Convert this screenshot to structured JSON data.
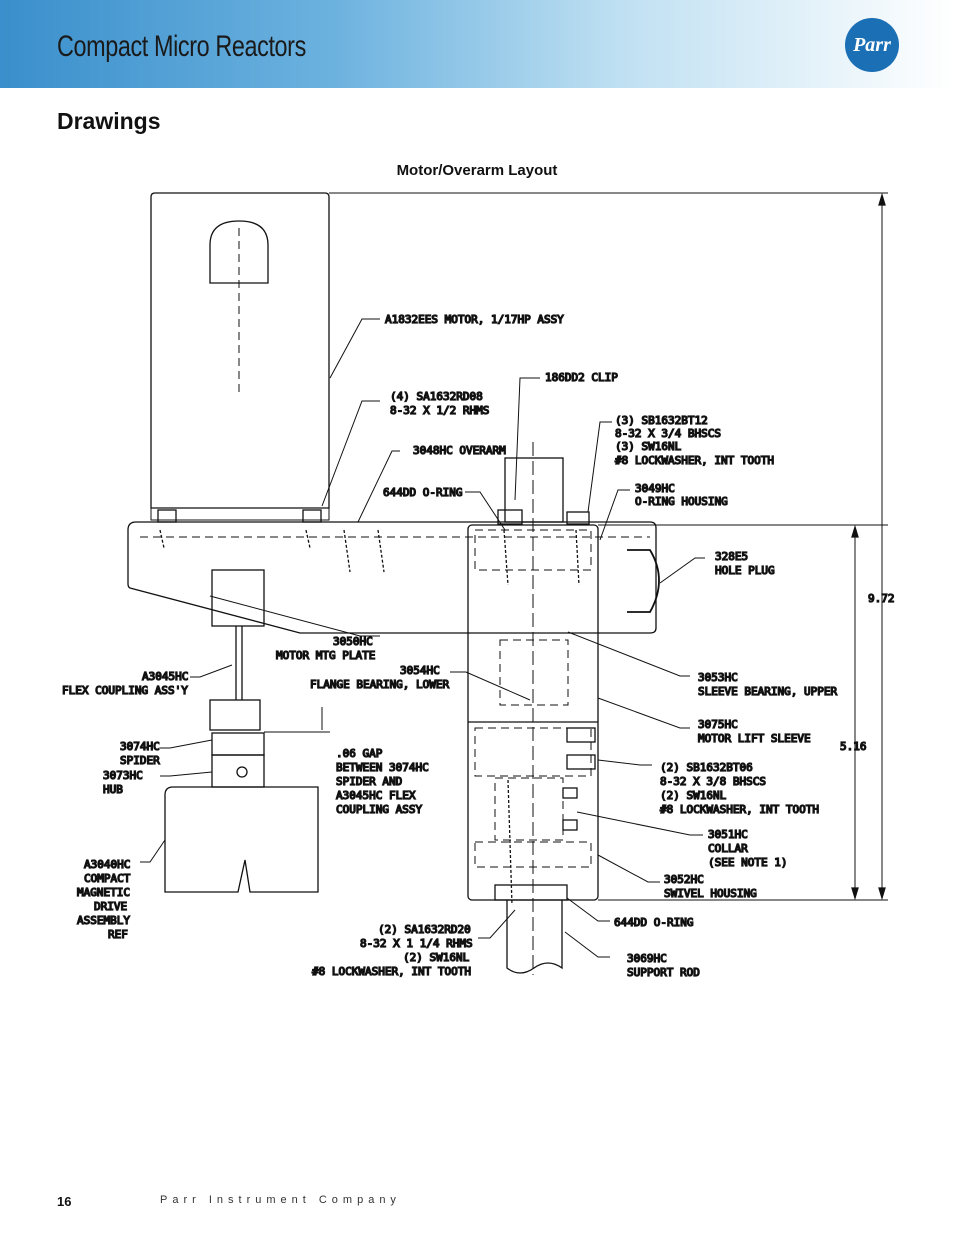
{
  "header": {
    "title": "Compact Micro Reactors",
    "logo_text": "Parr"
  },
  "section_title": "Drawings",
  "drawing": {
    "title": "Motor/Overarm Layout",
    "labels": {
      "motor": "A1832EES MOTOR, 1/17HP ASSY",
      "rhms_08_a": "(4) SA1632RD08",
      "rhms_08_b": "8-32 X 1/2 RHMS",
      "overarm": "3048HC OVERARM",
      "clip": "186DD2 CLIP",
      "bhscs12_a": "(3) SB1632BT12",
      "bhscs12_b": "8-32 X 3/4 BHSCS",
      "bhscs12_c": "(3) SW16NL",
      "bhscs12_d": "#8 LOCKWASHER, INT TOOTH",
      "oring_top": "644DD O-RING",
      "oring_housing_a": "3049HC",
      "oring_housing_b": "O-RING HOUSING",
      "hole_plug_a": "328E5",
      "hole_plug_b": "HOLE PLUG",
      "mtg_plate_a": "3050HC",
      "mtg_plate_b": "MOTOR MTG PLATE",
      "flange_a": "3054HC",
      "flange_b": "FLANGE BEARING, LOWER",
      "flex_a": "A3045HC",
      "flex_b": "FLEX COUPLING ASS'Y",
      "sleeve_bearing_a": "3053HC",
      "sleeve_bearing_b": "SLEEVE BEARING, UPPER",
      "lift_sleeve_a": "3075HC",
      "lift_sleeve_b": "MOTOR LIFT SLEEVE",
      "spider_a": "3074HC",
      "spider_b": "SPIDER",
      "hub_a": "3073HC",
      "hub_b": "HUB",
      "gap_a": ".06 GAP",
      "gap_b": "BETWEEN 3074HC",
      "gap_c": "SPIDER AND",
      "gap_d": "A3045HC FLEX",
      "gap_e": "COUPLING ASSY",
      "bhscs06_a": "(2) SB1632BT06",
      "bhscs06_b": "8-32 X 3/8 BHSCS",
      "bhscs06_c": "(2) SW16NL",
      "bhscs06_d": "#8 LOCKWASHER, INT TOOTH",
      "collar_a": "3051HC",
      "collar_b": "COLLAR",
      "collar_c": "(SEE NOTE 1)",
      "drive_a": "A3040HC",
      "drive_b": "COMPACT",
      "drive_c": "MAGNETIC",
      "drive_d": "DRIVE",
      "drive_e": "ASSEMBLY",
      "drive_f": "REF",
      "swivel_a": "3052HC",
      "swivel_b": "SWIVEL HOUSING",
      "oring_bottom": "644DD O-RING",
      "rhms_20_a": "(2) SA1632RD20",
      "rhms_20_b": "8-32 X 1 1/4 RHMS",
      "rhms_20_c": "(2) SW16NL",
      "rhms_20_d": "#8 LOCKWASHER, INT TOOTH",
      "support_a": "3069HC",
      "support_b": "SUPPORT ROD",
      "dim_total": "9.72",
      "dim_lower": "5.16"
    }
  },
  "footer": {
    "page_number": "16",
    "company": "Parr Instrument Company"
  }
}
